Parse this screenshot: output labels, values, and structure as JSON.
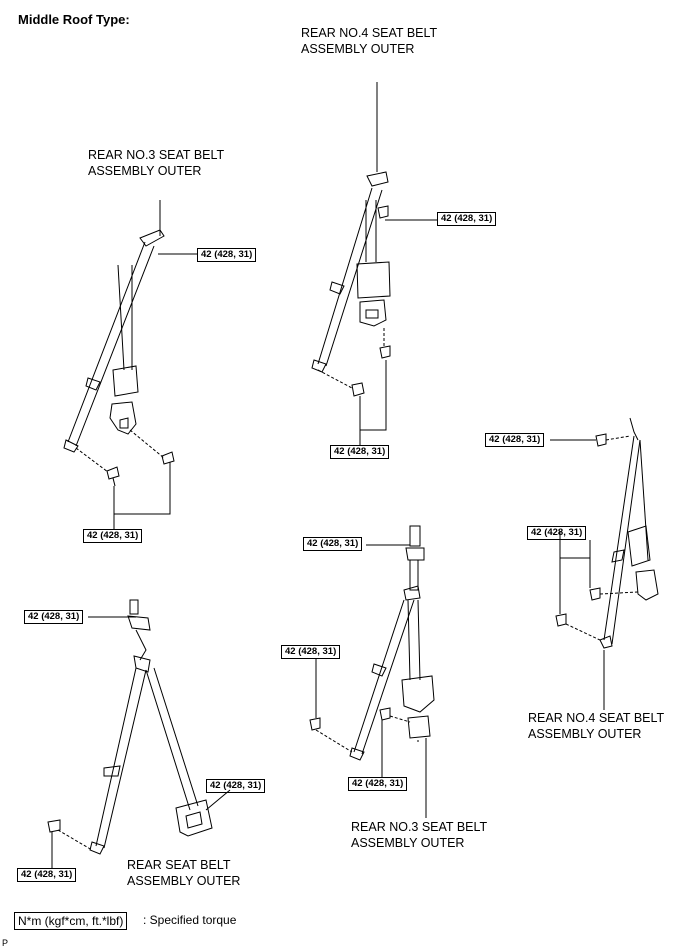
{
  "heading": "Middle Roof Type:",
  "torque_spec": "42 (428, 31)",
  "callouts": {
    "rear_no4_top": "REAR NO.4 SEAT BELT\nASSEMBLY OUTER",
    "rear_no3_top": "REAR NO.3 SEAT BELT\nASSEMBLY OUTER",
    "rear_no4_right": "REAR NO.4 SEAT BELT\nASSEMBLY OUTER",
    "rear_no3_bottom": "REAR NO.3 SEAT BELT\nASSEMBLY OUTER",
    "rear_seat_belt": "REAR SEAT BELT\nASSEMBLY OUTER"
  },
  "legend": {
    "unit_box": "N*m (kgf*cm, ft.*lbf)",
    "description": ": Specified torque"
  },
  "figure_code": "P"
}
